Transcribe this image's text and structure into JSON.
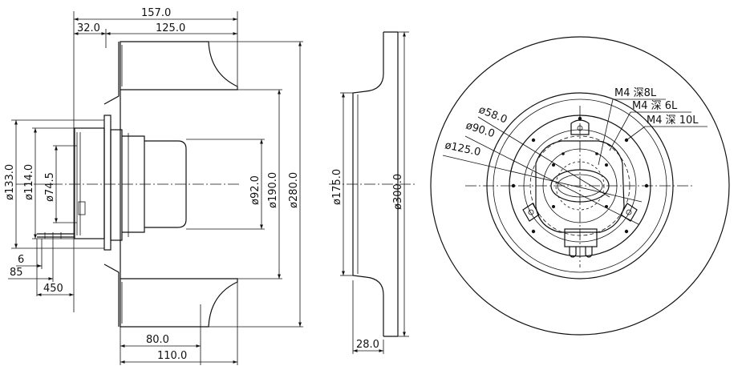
{
  "side_view": {
    "overall_length": "157.0",
    "motor_offset": "32.0",
    "impeller_width": "125.0",
    "flange_dia": "ø133.0",
    "pilot_dia": "ø114.0",
    "motor_dia": "ø74.5",
    "hub_dia": "ø92.0",
    "inlet_dia": "ø190.0",
    "impeller_dia": "ø280.0",
    "cable_6": "6",
    "cable_85": "85",
    "cable_450": "450",
    "depth_80": "80.0",
    "depth_110": "110.0"
  },
  "section_view": {
    "bore_dia": "ø175.0",
    "outer_dia": "ø300.0",
    "thickness": "28.0"
  },
  "front_view": {
    "pcd_58": "ø58.0",
    "pcd_90": "ø90.0",
    "pcd_125": "ø125.0",
    "holes_8l": "M4 深8L",
    "holes_6l": "M4 深 6L",
    "holes_10l": "M4 深 10L"
  }
}
